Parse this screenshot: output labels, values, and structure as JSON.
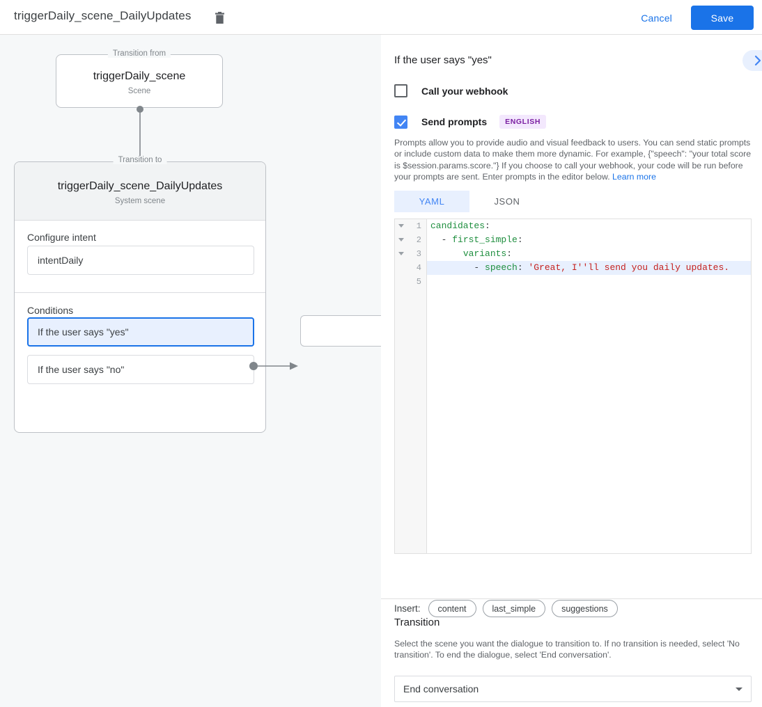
{
  "topbar": {
    "title": "triggerDaily_scene_DailyUpdates",
    "delete_icon": "trash-icon",
    "cancel_label": "Cancel",
    "save_label": "Save"
  },
  "canvas": {
    "transition_from": {
      "legend": "Transition from",
      "title": "triggerDaily_scene",
      "subtitle": "Scene"
    },
    "transition_to": {
      "legend": "Transition to",
      "title": "triggerDaily_scene_DailyUpdates",
      "subtitle": "System scene"
    },
    "intent": {
      "label": "Configure intent",
      "value": "intentDaily"
    },
    "conditions": {
      "label": "Conditions",
      "items": [
        {
          "text": "If the user says \"yes\"",
          "selected": true
        },
        {
          "text": "If the user says \"no\"",
          "selected": false
        }
      ]
    }
  },
  "panel": {
    "title": "If the user says \"yes\"",
    "expand_icon": "chevron-right-icon",
    "webhook": {
      "label": "Call your webhook",
      "checked": false
    },
    "prompts": {
      "label": "Send prompts",
      "checked": true,
      "badge": "ENGLISH",
      "description": "Prompts allow you to provide audio and visual feedback to users. You can send static prompts or include custom data to make them more dynamic. For example, {\"speech\": \"your total score is $session.params.score.\"} If you choose to call your webhook, your code will be run before your prompts are sent. Enter prompts in the editor below. ",
      "learn_more": "Learn more"
    },
    "format_tabs": [
      {
        "label": "YAML",
        "active": true
      },
      {
        "label": "JSON",
        "active": false
      }
    ],
    "editor": {
      "lines": [
        {
          "num": "1",
          "fold": true,
          "highlight": false,
          "tokens": [
            {
              "t": "candidates",
              "c": "k"
            },
            {
              "t": ":",
              "c": "p"
            }
          ]
        },
        {
          "num": "2",
          "fold": true,
          "highlight": false,
          "tokens": [
            {
              "t": "  - ",
              "c": "p"
            },
            {
              "t": "first_simple",
              "c": "k"
            },
            {
              "t": ":",
              "c": "p"
            }
          ]
        },
        {
          "num": "3",
          "fold": true,
          "highlight": false,
          "tokens": [
            {
              "t": "      ",
              "c": "p"
            },
            {
              "t": "variants",
              "c": "k"
            },
            {
              "t": ":",
              "c": "p"
            }
          ]
        },
        {
          "num": "4",
          "fold": false,
          "highlight": true,
          "tokens": [
            {
              "t": "        - ",
              "c": "p"
            },
            {
              "t": "speech",
              "c": "k"
            },
            {
              "t": ": ",
              "c": "p"
            },
            {
              "t": "'Great, I''ll send you daily updates.",
              "c": "s"
            }
          ]
        },
        {
          "num": "5",
          "fold": false,
          "highlight": false,
          "tokens": []
        }
      ]
    },
    "insert": {
      "label": "Insert:",
      "chips": [
        "content",
        "last_simple",
        "suggestions"
      ]
    },
    "transition": {
      "title": "Transition",
      "description": "Select the scene you want the dialogue to transition to. If no transition is needed, select 'No transition'. To end the dialogue, select 'End conversation'.",
      "selected": "End conversation"
    }
  },
  "colors": {
    "accent": "#1a73e8",
    "checkbox_checked": "#4285f4",
    "badge_bg": "#f3e8fd",
    "badge_fg": "#7b1fa2",
    "canvas_bg": "#f6f8f9",
    "yaml_key": "#1e8e3e",
    "yaml_string": "#c5221f"
  }
}
